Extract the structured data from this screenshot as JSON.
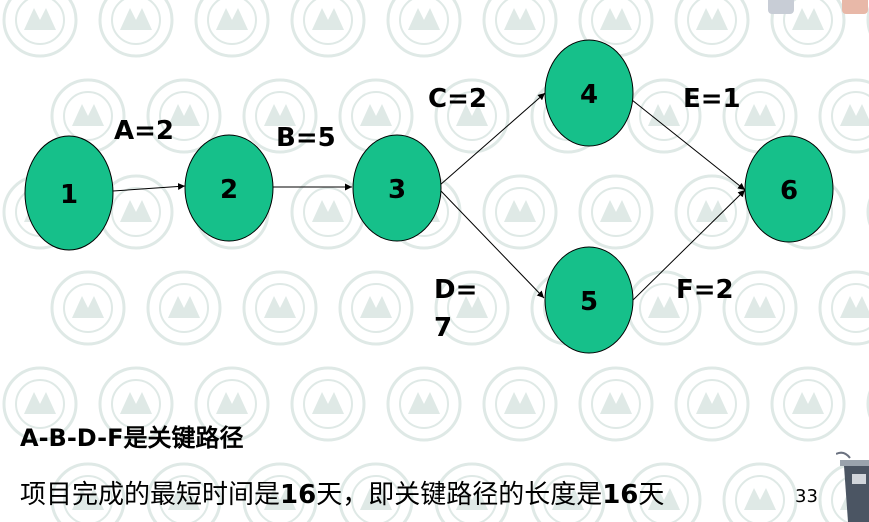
{
  "nodes": [
    "1",
    "2",
    "3",
    "4",
    "5",
    "6"
  ],
  "edges": [
    {
      "from": "1",
      "to": "2",
      "label": "A=2"
    },
    {
      "from": "2",
      "to": "3",
      "label": "B=5"
    },
    {
      "from": "3",
      "to": "4",
      "label": "C=2"
    },
    {
      "from": "3",
      "to": "5",
      "label_line1": "D=",
      "label_line2": "7"
    },
    {
      "from": "4",
      "to": "6",
      "label": "E=1"
    },
    {
      "from": "5",
      "to": "6",
      "label": "F=2"
    }
  ],
  "text": {
    "critical_path": "A-B-D-F是关键路径",
    "summary_prefix": "项目完成的最短时间是",
    "duration_1": "16",
    "summary_mid": "天，即关键路径的长度是",
    "duration_2": "16",
    "summary_suffix": "天",
    "page_number": "33"
  },
  "colors": {
    "node_fill": "#16c08a",
    "node_stroke": "#000000",
    "watermark": "#dfe9e6"
  }
}
